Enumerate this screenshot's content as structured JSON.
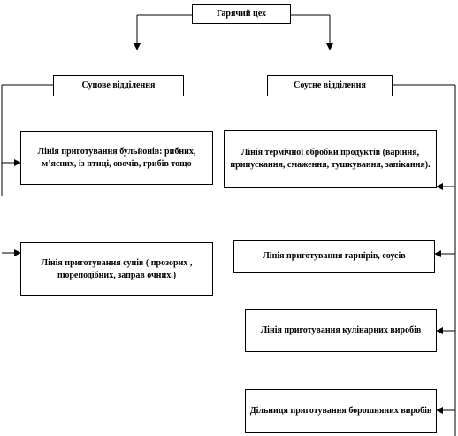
{
  "diagram": {
    "root": {
      "label": "Гарячий цех"
    },
    "departments": [
      {
        "label": "Супове відділення"
      },
      {
        "label": "Соусне відділення"
      }
    ],
    "soup_lines": [
      {
        "label": "Лінія приготування бульйонів: рибних, м’ясних, із птиці, овочів, грибів тощо"
      },
      {
        "label": "Лінія приготування супів ( прозорих , пюреподібних, заправ очних.)"
      }
    ],
    "sauce_lines": [
      {
        "label": "Лінія термічної обробки продуктів (варіння, припускання, смаження, тушкування, запікання)."
      },
      {
        "label": "Лінія приготування гарнірів, соусів"
      },
      {
        "label": "Лінія приготування кулінарних виробів"
      },
      {
        "label": "Дільниця приготування борошняних виробів"
      }
    ]
  }
}
